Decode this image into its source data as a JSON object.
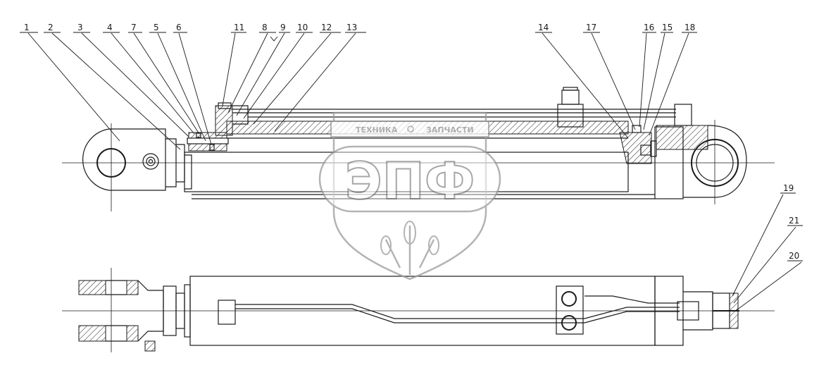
{
  "part_numbers": [
    "1",
    "2",
    "3",
    "4",
    "7",
    "5",
    "6",
    "11",
    "8",
    "9",
    "10",
    "12",
    "13",
    "14",
    "17",
    "16",
    "15",
    "18",
    "19",
    "21",
    "20"
  ],
  "watermark": {
    "banner_left": "ТЕХНИКА",
    "banner_right": "ЗАПЧАСТИ",
    "logo": "ЭПФ"
  }
}
